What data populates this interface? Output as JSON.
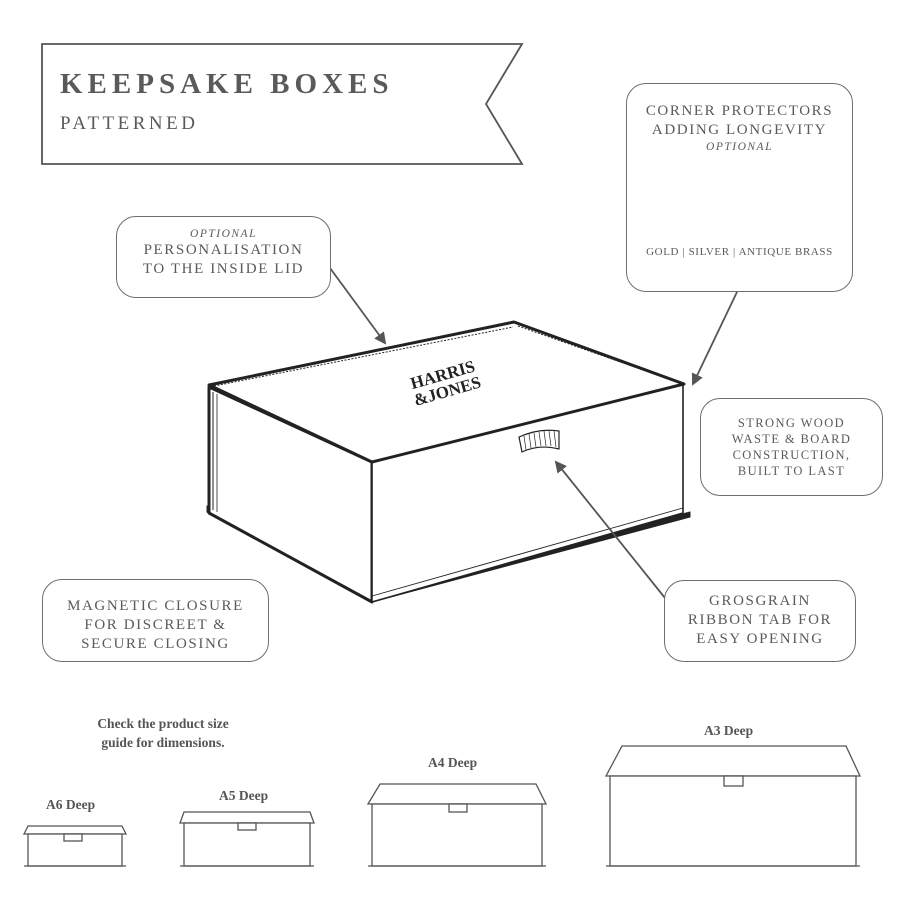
{
  "banner": {
    "title": "KEEPSAKE BOXES",
    "subtitle": "PATTERNED"
  },
  "box": {
    "lid_text_line1": "HARRIS",
    "lid_text_line2": "&JONES"
  },
  "callouts": {
    "personalisation": {
      "optional": "OPTIONAL",
      "line1": "PERSONALISATION",
      "line2": "TO THE INSIDE LID"
    },
    "corner_protectors": {
      "line1": "CORNER PROTECTORS",
      "line2": "ADDING LONGEVITY",
      "optional": "OPTIONAL",
      "metals": "GOLD | SILVER | ANTIQUE BRASS",
      "colors": {
        "gold": "#c8b06a",
        "silver": "#c6c6c6",
        "antique_brass": "#8c7a4a"
      }
    },
    "construction": {
      "line1": "STRONG WOOD",
      "line2": "WASTE & BOARD",
      "line3": "CONSTRUCTION,",
      "line4": "BUILT TO LAST"
    },
    "magnetic": {
      "line1": "MAGNETIC CLOSURE",
      "line2": "FOR DISCREET &",
      "line3": "SECURE CLOSING"
    },
    "ribbon": {
      "line1": "GROSGRAIN",
      "line2": "RIBBON TAB FOR",
      "line3": "EASY OPENING"
    }
  },
  "sizes": {
    "note_line1": "Check the product size",
    "note_line2": "guide for dimensions.",
    "items": [
      {
        "label": "A6 Deep"
      },
      {
        "label": "A5 Deep"
      },
      {
        "label": "A4 Deep"
      },
      {
        "label": "A3 Deep"
      }
    ]
  }
}
